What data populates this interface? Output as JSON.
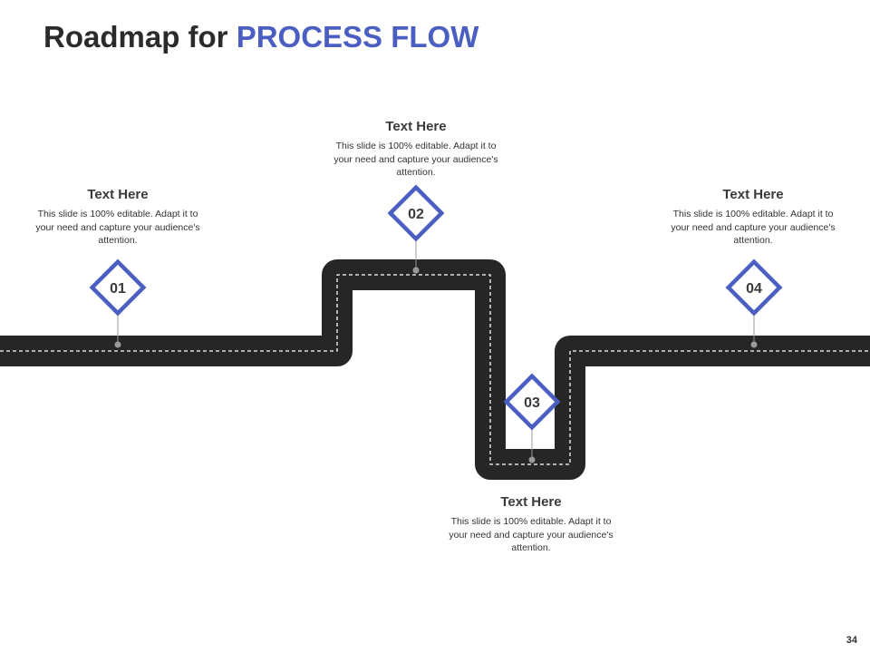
{
  "title": {
    "prefix": "Roadmap for ",
    "accent": "PROCESS FLOW"
  },
  "accent_color": "#4a5fc1",
  "road_color": "#262626",
  "steps": [
    {
      "number": "01",
      "heading": "Text Here",
      "body": "This slide is 100% editable. Adapt it to your need and capture your audience's attention."
    },
    {
      "number": "02",
      "heading": "Text Here",
      "body": "This slide is 100% editable. Adapt it to your need and capture your audience's attention."
    },
    {
      "number": "03",
      "heading": "Text Here",
      "body": "This slide is 100% editable. Adapt it to your need and capture your audience's attention."
    },
    {
      "number": "04",
      "heading": "Text Here",
      "body": "This slide is 100% editable. Adapt it to your need and capture your audience's attention."
    }
  ],
  "page_number": "34"
}
